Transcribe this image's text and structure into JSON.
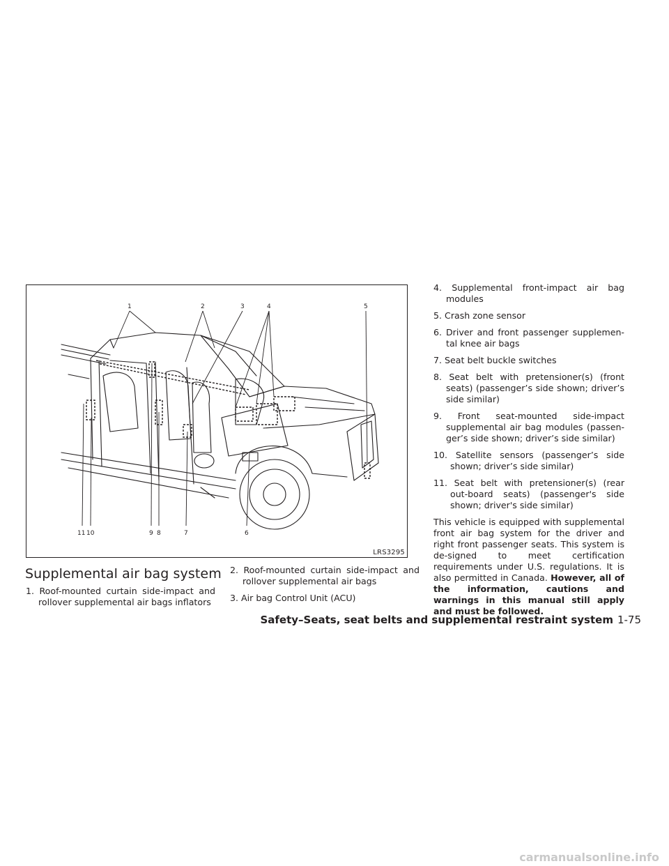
{
  "figure": {
    "id": "LRS3295",
    "callouts": [
      "1",
      "2",
      "3",
      "4",
      "5",
      "11",
      "10",
      "9",
      "8",
      "7",
      "6"
    ]
  },
  "section_title": "Supplemental air bag system",
  "items": [
    {
      "num": "1.",
      "text": "Roof-mounted curtain side-impact and rollover supplemental air bags inflators"
    },
    {
      "num": "2.",
      "text": "Roof-mounted curtain side-impact and rollover supplemental air bags"
    },
    {
      "num": "3.",
      "text": "Air bag Control Unit (ACU)"
    },
    {
      "num": "4.",
      "text": "Supplemental front-impact air bag modules"
    },
    {
      "num": "5.",
      "text": "Crash zone sensor"
    },
    {
      "num": "6.",
      "text": "Driver and front passenger supplemen-tal knee air bags"
    },
    {
      "num": "7.",
      "text": "Seat belt buckle switches"
    },
    {
      "num": "8.",
      "text": "Seat belt with pretensioner(s) (front seats) (passenger’s side shown; driver’s side similar)"
    },
    {
      "num": "9.",
      "text": "Front seat-mounted side-impact supplemental air bag modules (passen-ger’s side shown; driver’s side similar)"
    },
    {
      "num": "10.",
      "text": "Satellite sensors (passenger’s side shown; driver’s side similar)"
    },
    {
      "num": "11.",
      "text": "Seat belt with pretensioner(s) (rear out-board seats) (passenger's side shown; driver's side similar)"
    }
  ],
  "paragraph": {
    "text": "This vehicle is equipped with supplemental front air bag system for the driver and right front passenger seats. This system is de-signed to meet certification requirements under U.S. regulations. It is also permitted in Canada.",
    "bold": "However, all of the information, cautions and warnings in this manual still apply and must be followed."
  },
  "footer": {
    "section": "Safety–Seats, seat belts and supplemental restraint system",
    "page": "1-75"
  },
  "watermark": "carmanualsonline.info"
}
